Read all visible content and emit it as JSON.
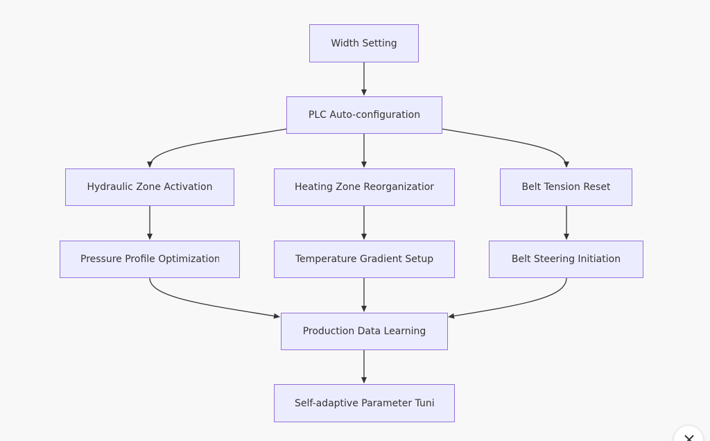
{
  "nodes": {
    "width_setting": "Width Setting",
    "plc_autoconfig": "PLC Auto-configuration",
    "hydraulic_zone": "Hydraulic Zone Activation",
    "heating_zone": "Heating Zone Reorganization",
    "belt_tension": "Belt Tension Reset",
    "pressure_profile": "Pressure Profile Optimization",
    "temperature_gradient": "Temperature Gradient Setup",
    "belt_steering": "Belt Steering Initiation",
    "production_data": "Production Data Learning",
    "self_adaptive": "Self-adaptive Parameter Tuning"
  },
  "edges": [
    {
      "from": "width_setting",
      "to": "plc_autoconfig"
    },
    {
      "from": "plc_autoconfig",
      "to": "hydraulic_zone"
    },
    {
      "from": "plc_autoconfig",
      "to": "heating_zone"
    },
    {
      "from": "plc_autoconfig",
      "to": "belt_tension"
    },
    {
      "from": "hydraulic_zone",
      "to": "pressure_profile"
    },
    {
      "from": "heating_zone",
      "to": "temperature_gradient"
    },
    {
      "from": "belt_tension",
      "to": "belt_steering"
    },
    {
      "from": "pressure_profile",
      "to": "production_data"
    },
    {
      "from": "temperature_gradient",
      "to": "production_data"
    },
    {
      "from": "belt_steering",
      "to": "production_data"
    },
    {
      "from": "production_data",
      "to": "self_adaptive"
    }
  ],
  "colors": {
    "node_fill": "#ececff",
    "node_border": "#9370db",
    "edge": "#333333",
    "background": "#f9f8f8"
  },
  "icons": {
    "corner_button": "close-icon"
  }
}
